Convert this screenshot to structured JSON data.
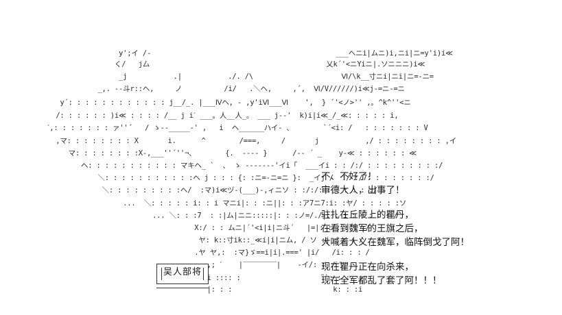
{
  "art_lines": [
    "                         y';イ /-                                            ___ヘニi|ムニ)i,ニi|ニ=y'i)i≪",
    "                        く/   j厶                                          乂k´'<ニYiニ|.ソニニニ)i≪",
    "                         _j           .|           ./. /\\                     Ⅵ/\\k__寸ニi|ニi|ニ=-ニ=",
    "                    _,. -‐斗r::ヘ,     ノ          /i/   .＼ヘ,     ,´,  Ⅵ/V//////)i≪j-=ニ-=ニ",
    "           y´: : : : : : : : : : : : j__/_. |___Ⅳヘ, - ,y'iⅥ___Ⅵ    ',  } ´'<ノ>'' ,｡ ^k^''<ニ",
    "          /: : : : : : )i≪ : : : : /__ j iˊ ___。人__人_。 ___ j-‐'  k)i|i≪_/_≪: : : : : i,",
    "        ˊ,: : : : : : : ァ''´   / ゝ-‐_____‐' ,   i  ヘ______ハイ- 、       `´<i: /   : : : : : : : V",
    "          ,マ: : : : : : : : X       i.      ^        /===,     /       j           ,/ : : : : : : : : ,イ",
    "             マ: : : : : : : :X-,___''´''¬、       {.  ---- }      /-- ´ _    y-≪ : : : : : : ≪",
    "                ヘ: : : : : : : : : : : マキヘ_ `  、 ゝ ------‐'イi「  ___イi : : /:/ : : : : : : : : :/",
    "                    ＼: : : : : : : : : : :ヘ j : : : {: :ニ=-ニ=ニ }:  _イj /  :/ :/7: : : : : : : :/",
    "                     ＼: : : : : : : : :ヘ/  :マ)i≪ヅ-(___)-,ィニソ : :/:/: : : : : : :/",
    "                          ...  ＼: : : : : i: : i マニi|: : :ニ||: : :ア7ニ7:i: :ヤ/ : : : : :ソ",
    "                                 ... ＼: : :7  : :|ム|ニニ:::::|: : :ノ=/./|: : i : : : : : /",
    "                                           X:/ : : ムニ|´'<i|i|ニ斗´   |=|: : : : : :/",
    "                                            ヤ: k::寸ik::_≪i|i|ニム, / ソ :j : : : /",
    "                                           .ヤ ヤ,:  :マ}ゞ==i|i|.===' |i/   /i: : : /",
    "                                              ,; ˊ    |‾‾‾‾‾‾‾‾|    ‐イ/: : :i'",
    "                                              i :::: :                   ˜`: : :  ,",
    "                                              |: : :                        k: : :i"
  ],
  "sign": {
    "label": "吴人部将"
  },
  "dialogue": {
    "block1": [
      "不、不好了！",
      "审德大人，出事了！"
    ],
    "block2": [
      "驻扎在丘陵上的瞿丹，",
      "在看到魏军的王旗之后，",
      "大喊着大义在魏军，临阵倒戈了阿！"
    ],
    "block3": [
      "现在瞿丹正在向杀来，",
      "现在全军都乱了套了阿！！！"
    ]
  }
}
